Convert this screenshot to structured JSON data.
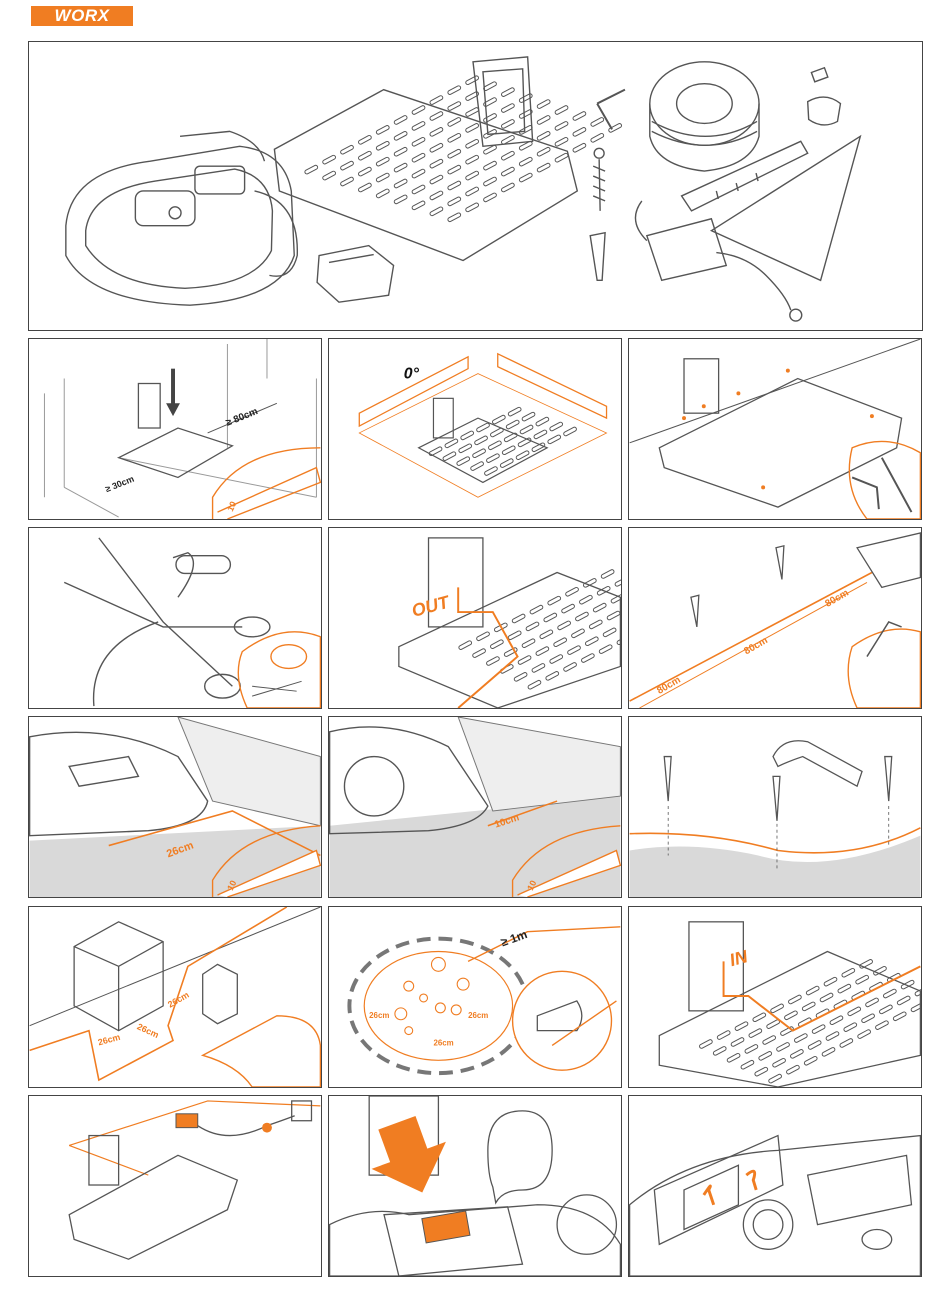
{
  "brand": {
    "logo_text": "WORX",
    "accent": "#f07d22"
  },
  "panels": {
    "p2": {
      "dist_right": "≥ 80cm",
      "dist_left": "≥ 30cm",
      "ruler_mark": "10"
    },
    "p3": {
      "angle": "0°"
    },
    "p6": {
      "out_label": "OUT"
    },
    "p7": {
      "d1": "80cm",
      "d2": "80cm",
      "d3": "80cm"
    },
    "p8": {
      "dist": "26cm",
      "ruler_mark": "10"
    },
    "p9": {
      "dist": "10cm",
      "ruler_mark": "10"
    },
    "p11": {
      "d1": "26cm",
      "d2": "26cm",
      "d3": "26cm"
    },
    "p12": {
      "dist_top": "≥ 1m",
      "d_left": "26cm",
      "d_right": "26cm",
      "d_bottom": "26cm"
    },
    "p13": {
      "in_label": "IN"
    }
  }
}
